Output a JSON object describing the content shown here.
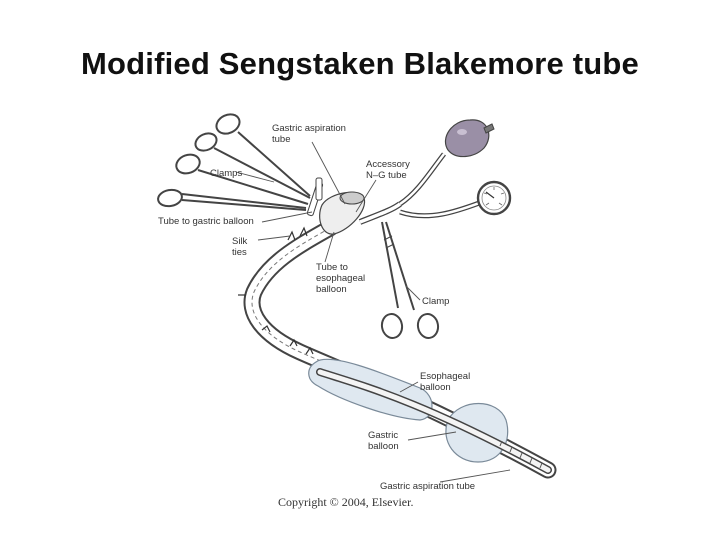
{
  "slide": {
    "title": "Modified Sengstaken Blakemore tube"
  },
  "diagram": {
    "labels": {
      "gastric_aspiration_tube_top_l1": "Gastric aspiration",
      "gastric_aspiration_tube_top_l2": "tube",
      "accessory_ng_tube_l1": "Accessory",
      "accessory_ng_tube_l2": "N–G tube",
      "clamps": "Clamps",
      "tube_to_gastric_balloon": "Tube to gastric balloon",
      "silk_ties_l1": "Silk",
      "silk_ties_l2": "ties",
      "tube_to_esophageal_balloon_l1": "Tube to",
      "tube_to_esophageal_balloon_l2": "esophageal",
      "tube_to_esophageal_balloon_l3": "balloon",
      "clamp": "Clamp",
      "esophageal_balloon_l1": "Esophageal",
      "esophageal_balloon_l2": "balloon",
      "gastric_balloon_l1": "Gastric",
      "gastric_balloon_l2": "balloon",
      "gastric_aspiration_tube_bottom": "Gastric aspiration tube"
    },
    "copyright": "Copyright © 2004, Elsevier."
  },
  "colors": {
    "outline": "#444444",
    "balloon_fill": "#dfe8f0",
    "bulb_fill": "#9a8fa6",
    "label_text": "#333333"
  }
}
